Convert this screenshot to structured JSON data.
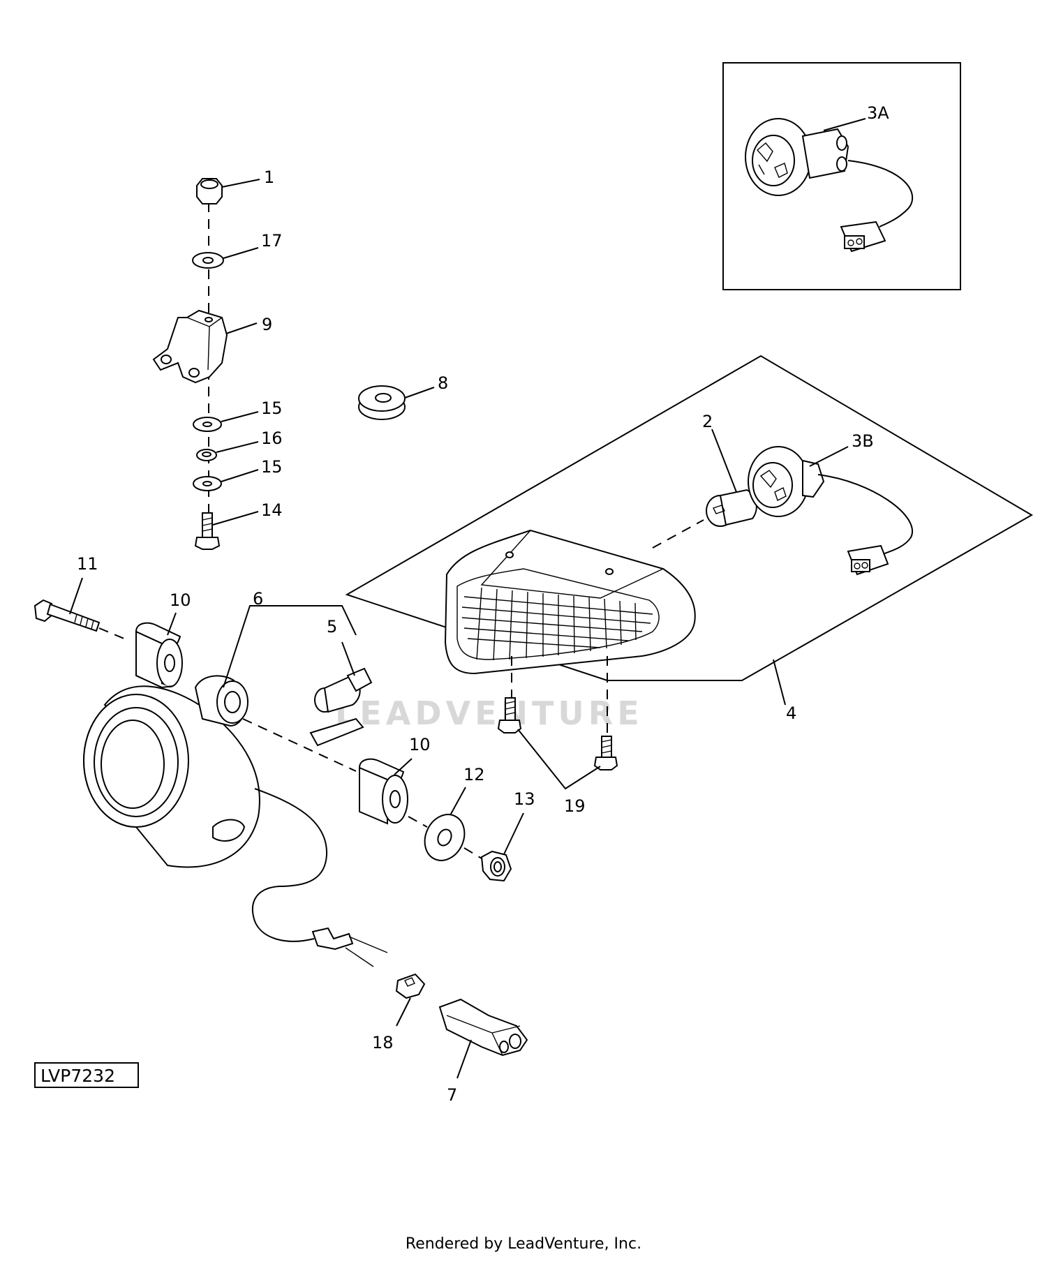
{
  "drawing_id": "LVP7232",
  "watermark": "LEADVENTURE",
  "footer": "Rendered by LeadVenture, Inc.",
  "callouts": {
    "c1": "1",
    "c17": "17",
    "c9": "9",
    "c8": "8",
    "c15a": "15",
    "c16": "16",
    "c15b": "15",
    "c14": "14",
    "c11": "11",
    "c10a": "10",
    "c6": "6",
    "c5": "5",
    "c10b": "10",
    "c12": "12",
    "c13": "13",
    "c18": "18",
    "c7": "7",
    "c19": "19",
    "c4": "4",
    "c2": "2",
    "c3a": "3A",
    "c3b": "3B"
  }
}
